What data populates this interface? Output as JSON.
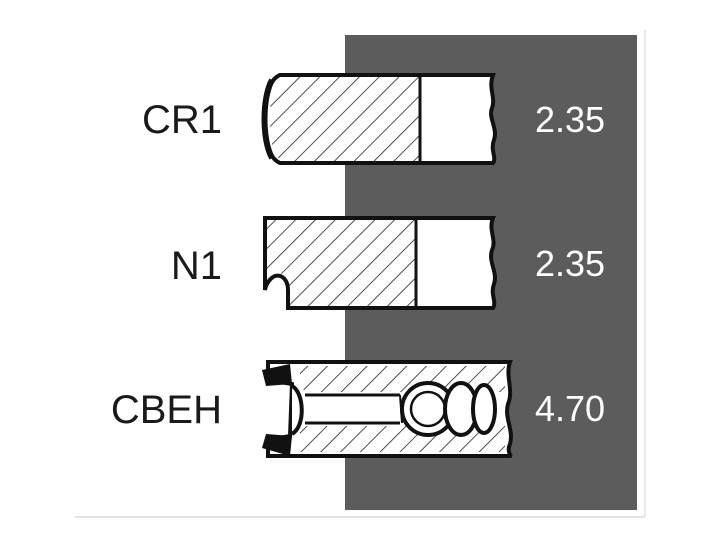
{
  "diagram": {
    "rings": [
      {
        "name": "CR1",
        "value": "2.35"
      },
      {
        "name": "N1",
        "value": "2.35"
      },
      {
        "name": "CBEH",
        "value": "4.70"
      }
    ],
    "colors": {
      "panel": "#5c5c5c",
      "outline": "#111111",
      "hatch": "#222222",
      "label": "#1a1a1a",
      "value": "#ffffff"
    }
  }
}
